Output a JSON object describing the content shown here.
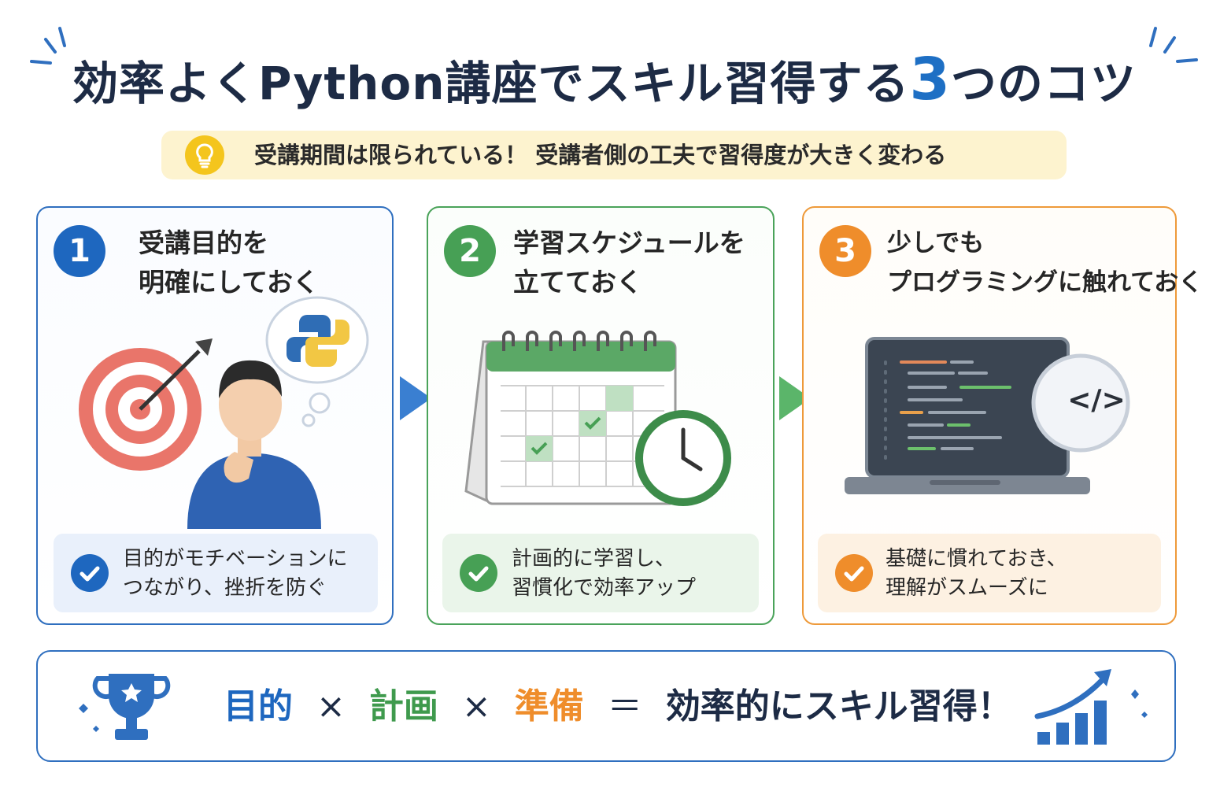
{
  "title": {
    "before": "効率よくPython講座でスキル習得する",
    "number": "3",
    "after": "つのコツ"
  },
  "banner": {
    "text": "受講期間は限られている！ 受講者側の工夫で習得度が大きく変わる",
    "icon": "lightbulb-icon"
  },
  "steps": [
    {
      "number": "1",
      "heading_line1": "受講目的を",
      "heading_line2": "明確にしておく",
      "note_line1": "目的がモチベーションに",
      "note_line2": "つながり、挫折を防ぐ",
      "color": "#1e67bf",
      "icon": "target-thinking-person-illustration"
    },
    {
      "number": "2",
      "heading_line1": "学習スケジュールを",
      "heading_line2": "立てておく",
      "note_line1": "計画的に学習し、",
      "note_line2": "習慣化で効率アップ",
      "color": "#47a055",
      "icon": "calendar-clock-illustration"
    },
    {
      "number": "3",
      "heading_line1": "少しでも",
      "heading_line2": "プログラミングに触れておく",
      "note_line1": "基礎に慣れておき、",
      "note_line2": "理解がスムーズに",
      "color": "#ef8d2b",
      "icon": "laptop-code-illustration",
      "code_tag": "</>"
    }
  ],
  "summary": {
    "term1": "目的",
    "op1": "×",
    "term2": "計画",
    "op2": "×",
    "term3": "準備",
    "eq": "＝",
    "result": "効率的にスキル習得！"
  },
  "colors": {
    "blue": "#1e67bf",
    "green": "#47a055",
    "orange": "#ef8d2b",
    "navy": "#1d2b45"
  }
}
